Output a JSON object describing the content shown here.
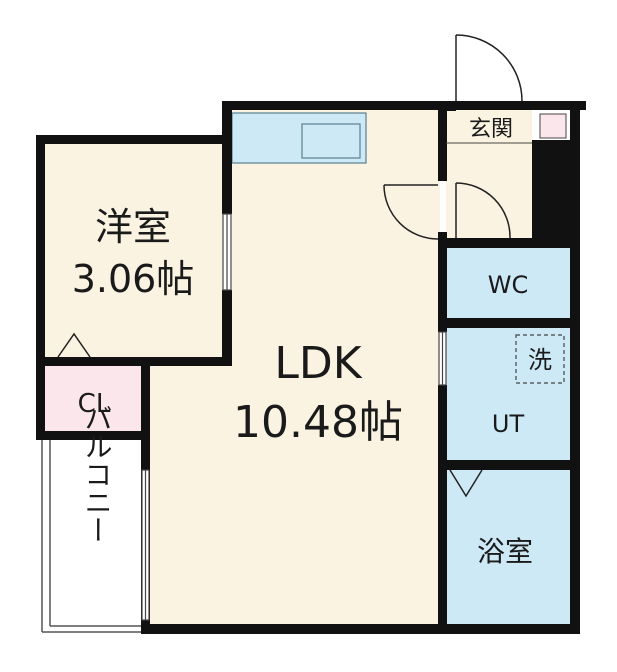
{
  "rooms": {
    "western": {
      "name": "洋室",
      "size": "3.06帖"
    },
    "ldk": {
      "name": "LDK",
      "size": "10.48帖"
    },
    "closet": {
      "name": "CL"
    },
    "balcony": {
      "name": "バルコニー"
    },
    "entrance": {
      "name": "玄関"
    },
    "toilet": {
      "name": "WC"
    },
    "utility": {
      "name": "UT"
    },
    "washer": {
      "name": "洗"
    },
    "bath": {
      "name": "浴室"
    }
  },
  "colors": {
    "wall": "#111111",
    "ldk_floor": "#fbf3e1",
    "western_floor": "#fbf3e1",
    "entrance_floor": "#fbf3e1",
    "wet_area": "#cce9f5",
    "kitchen": "#cce9f5",
    "closet": "#fbe6ec",
    "balcony": "#ffffff"
  }
}
